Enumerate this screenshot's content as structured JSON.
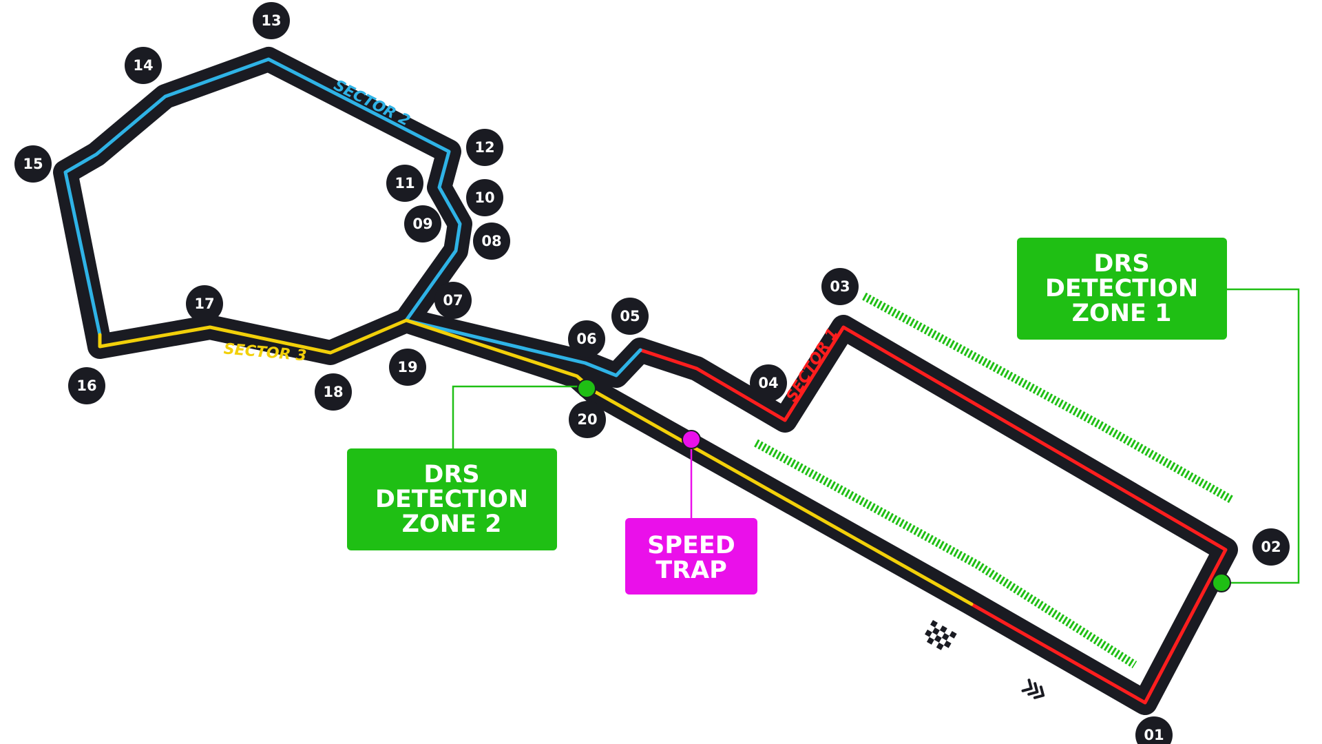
{
  "colors": {
    "track": "#1a1b22",
    "sector_1": "#ff1e1e",
    "sector_2": "#2fb3e6",
    "sector_3": "#f2d00a",
    "drs": "#1fbf14",
    "speed_trap": "#ea10ea",
    "background": "#ffffff"
  },
  "turns": [
    "01",
    "02",
    "03",
    "04",
    "05",
    "06",
    "07",
    "08",
    "09",
    "10",
    "11",
    "12",
    "13",
    "14",
    "15",
    "16",
    "17",
    "18",
    "19",
    "20"
  ],
  "sector_labels": {
    "sector_1": "SECTOR 1",
    "sector_2": "SECTOR 2",
    "sector_3": "SECTOR 3"
  },
  "drs_zone_1": {
    "line1": "DRS",
    "line2": "DETECTION",
    "line3": "ZONE 1"
  },
  "drs_zone_2": {
    "line1": "DRS",
    "line2": "DETECTION",
    "line3": "ZONE 2"
  },
  "speed_trap": {
    "line1": "SPEED",
    "line2": "TRAP"
  },
  "icons": {
    "start_finish": "checkered-flag-icon",
    "direction": "chevron-right-icon"
  }
}
